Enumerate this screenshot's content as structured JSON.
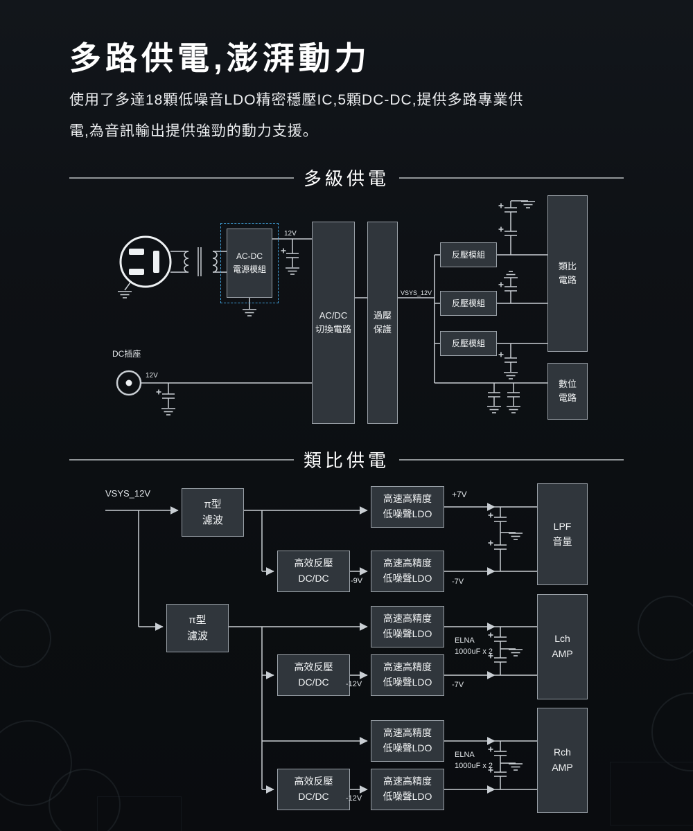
{
  "header": {
    "title": "多路供電,澎湃動力",
    "subtitle": "使用了多達18顆低噪音LDO精密穩壓IC,5顆DC-DC,提供多路專業供\n電,為音訊輸出提供強勁的動力支援。"
  },
  "sections": {
    "multistage": "多級供電",
    "analog": "類比供電"
  },
  "d1": {
    "acdc_module": "AC-DC\n電源模組",
    "v12_top": "12V",
    "switcher": "AC/DC\n切換電路",
    "ovp": "過壓\n保護",
    "vsys": "VSYS_12V",
    "inverter": "反壓模組",
    "analog_block": "類比\n電路",
    "digital_block": "數位\n電路",
    "dc_jack": "DC插座",
    "v12_bottom": "12V"
  },
  "d2": {
    "vsys": "VSYS_12V",
    "pi_filter": "π型\n濾波",
    "ldo": "高速高精度\n低噪聲LDO",
    "dcdc": "高效反壓\nDC/DC",
    "p7v": "+7V",
    "n9v": "-9V",
    "n7v": "-7V",
    "n12v": "-12V",
    "elna": "ELNA\n1000uF x 2",
    "lpf": "LPF\n音量",
    "lch": "Lch\nAMP",
    "rch": "Rch\nAMP"
  }
}
